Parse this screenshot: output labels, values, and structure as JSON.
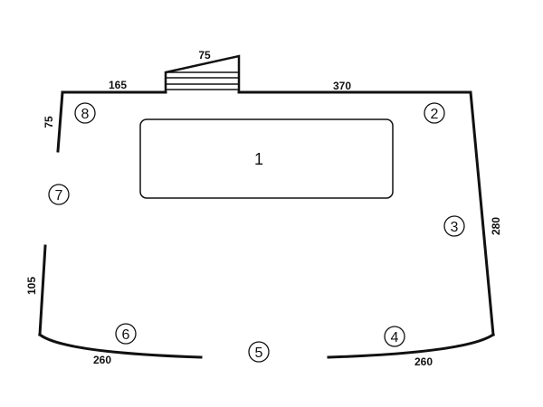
{
  "dimensions": {
    "top_left": "165",
    "step": "75",
    "top_right": "370",
    "left_upper": "75",
    "left_lower": "105",
    "right": "280",
    "bottom_left": "260",
    "bottom_right": "260"
  },
  "pool_label": "1",
  "points": [
    "2",
    "3",
    "4",
    "5",
    "6",
    "7",
    "8"
  ],
  "colors": {
    "line": "#111111",
    "background": "#ffffff"
  }
}
